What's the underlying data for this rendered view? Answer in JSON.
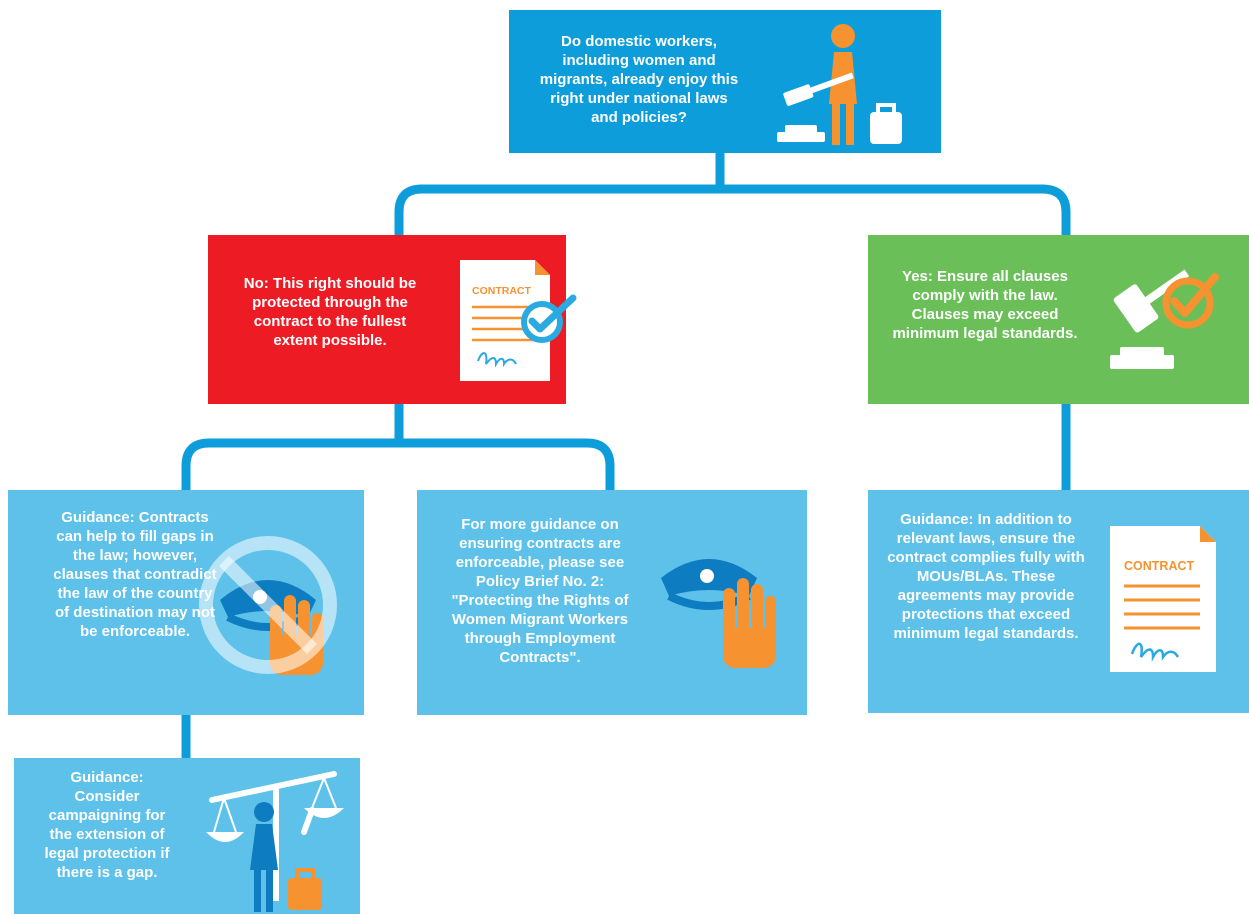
{
  "colors": {
    "dark_blue": "#0E9DDB",
    "light_blue": "#5DC1EA",
    "red": "#ED1C24",
    "green": "#6BBF59",
    "orange": "#F6922F",
    "connector": "#0E9DDB"
  },
  "nodes": {
    "question": {
      "text": "Do domestic workers, including women and migrants, already enjoy this right under national laws and policies?",
      "icon": "woman-with-gavel-and-luggage-icon"
    },
    "no": {
      "text": "No: This right should be protected through the contract to the fullest extent possible.",
      "icon": "contract-with-checkmark-icon"
    },
    "yes": {
      "text": "Yes: Ensure all clauses comply with the law. Clauses may exceed minimum legal standards.",
      "icon": "gavel-with-checkmark-icon"
    },
    "guidance_gaps": {
      "text": "Guidance: Contracts can help to fill gaps in the law; however, clauses that contradict the law of the country of destination may not be enforceable.",
      "icon": "no-police-icon"
    },
    "guidance_brief": {
      "text": "For more guidance on ensuring contracts are enforceable, please see Policy Brief No. 2: \"Protecting the Rights of Women Migrant Workers through Employment Contracts\".",
      "icon": "police-hand-icon"
    },
    "guidance_mous": {
      "text": "Guidance: In addition to relevant laws, ensure the contract complies fully with MOUs/BLAs. These agreements may provide protections that exceed minimum legal standards.",
      "icon": "contract-icon"
    },
    "guidance_campaign": {
      "text": "Guidance: Consider campaigning for the extension of legal protection if there is a gap.",
      "icon": "scales-woman-icon"
    }
  },
  "contract_label": "CONTRACT"
}
